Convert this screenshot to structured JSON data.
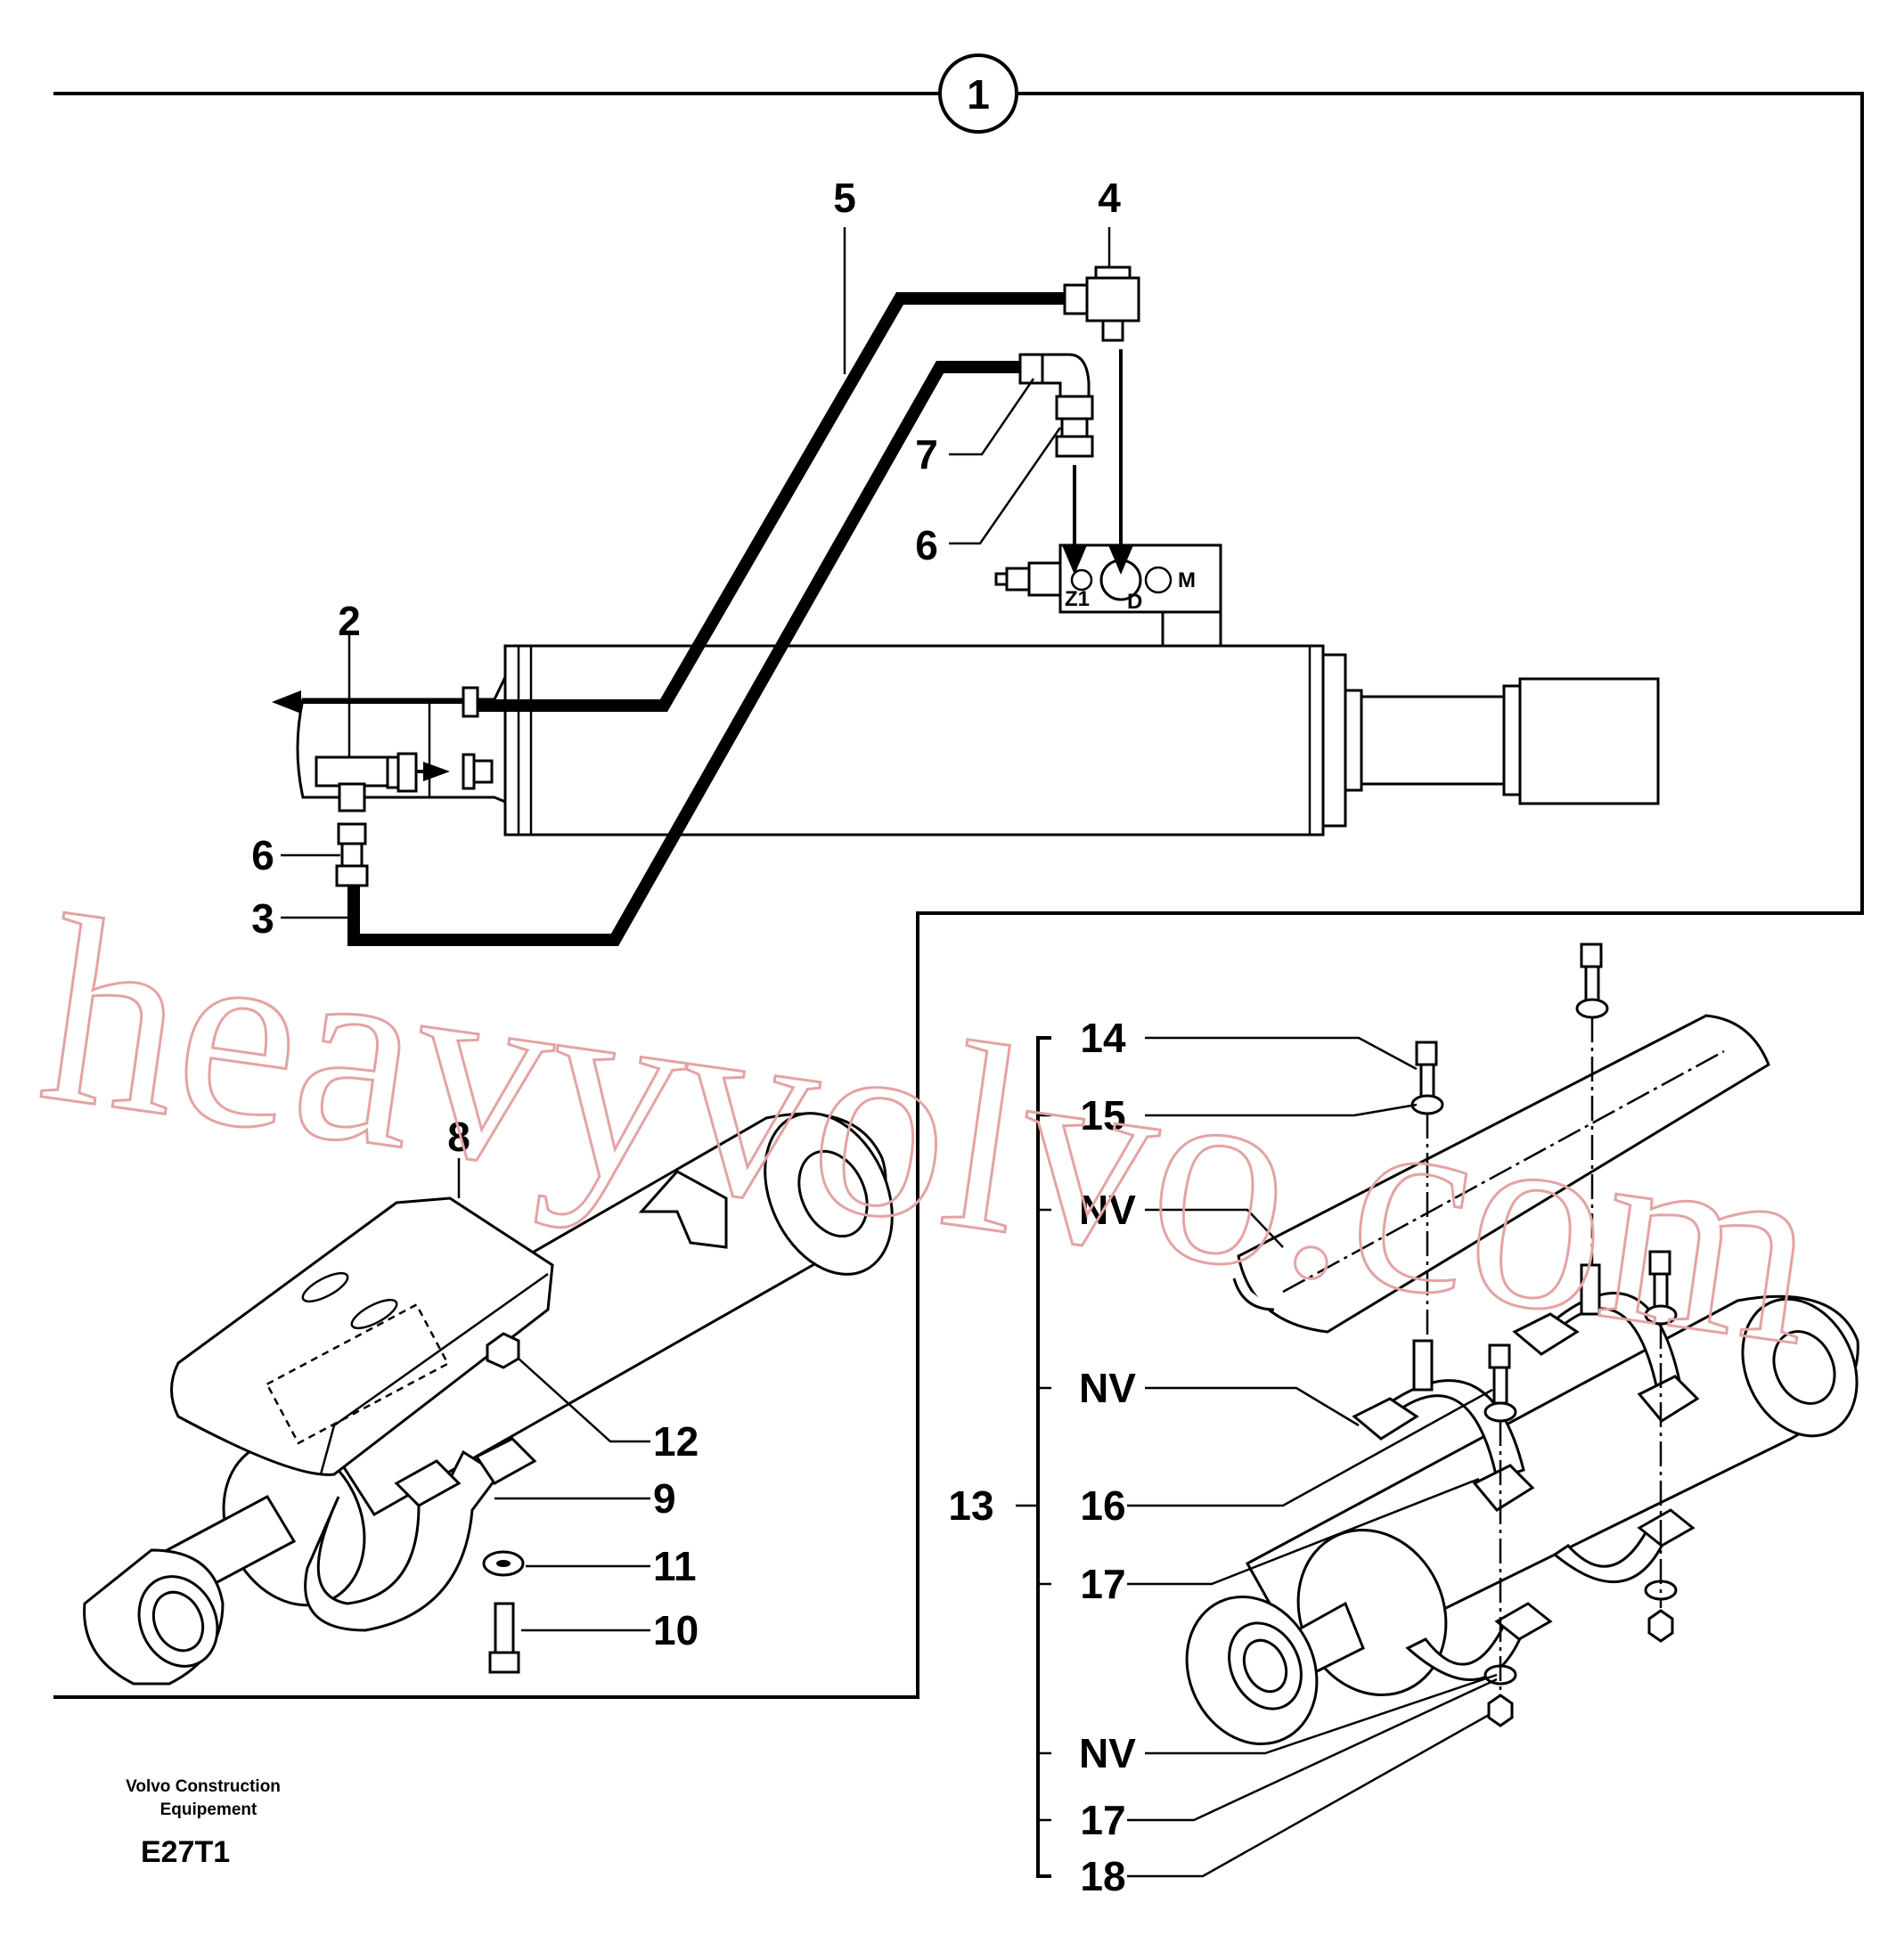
{
  "callouts": {
    "c1": "1",
    "c2": "2",
    "c3": "3",
    "c4": "4",
    "c5": "5",
    "c6a": "6",
    "c6b": "6",
    "c7": "7",
    "c8": "8",
    "c9": "9",
    "c10": "10",
    "c11": "11",
    "c12": "12",
    "c13": "13",
    "c14": "14",
    "c15": "15",
    "c16": "16",
    "c17a": "17",
    "c17b": "17",
    "c18": "18",
    "nv1": "NV",
    "nv2": "NV",
    "nv3": "NV"
  },
  "ports": {
    "z1": "Z1",
    "d": "D",
    "m": "M"
  },
  "footer": {
    "maker_line1": "Volvo Construction",
    "maker_line2": "Equipement",
    "drawing_code": "E27T1"
  },
  "watermark": "heavyvolvo.com"
}
